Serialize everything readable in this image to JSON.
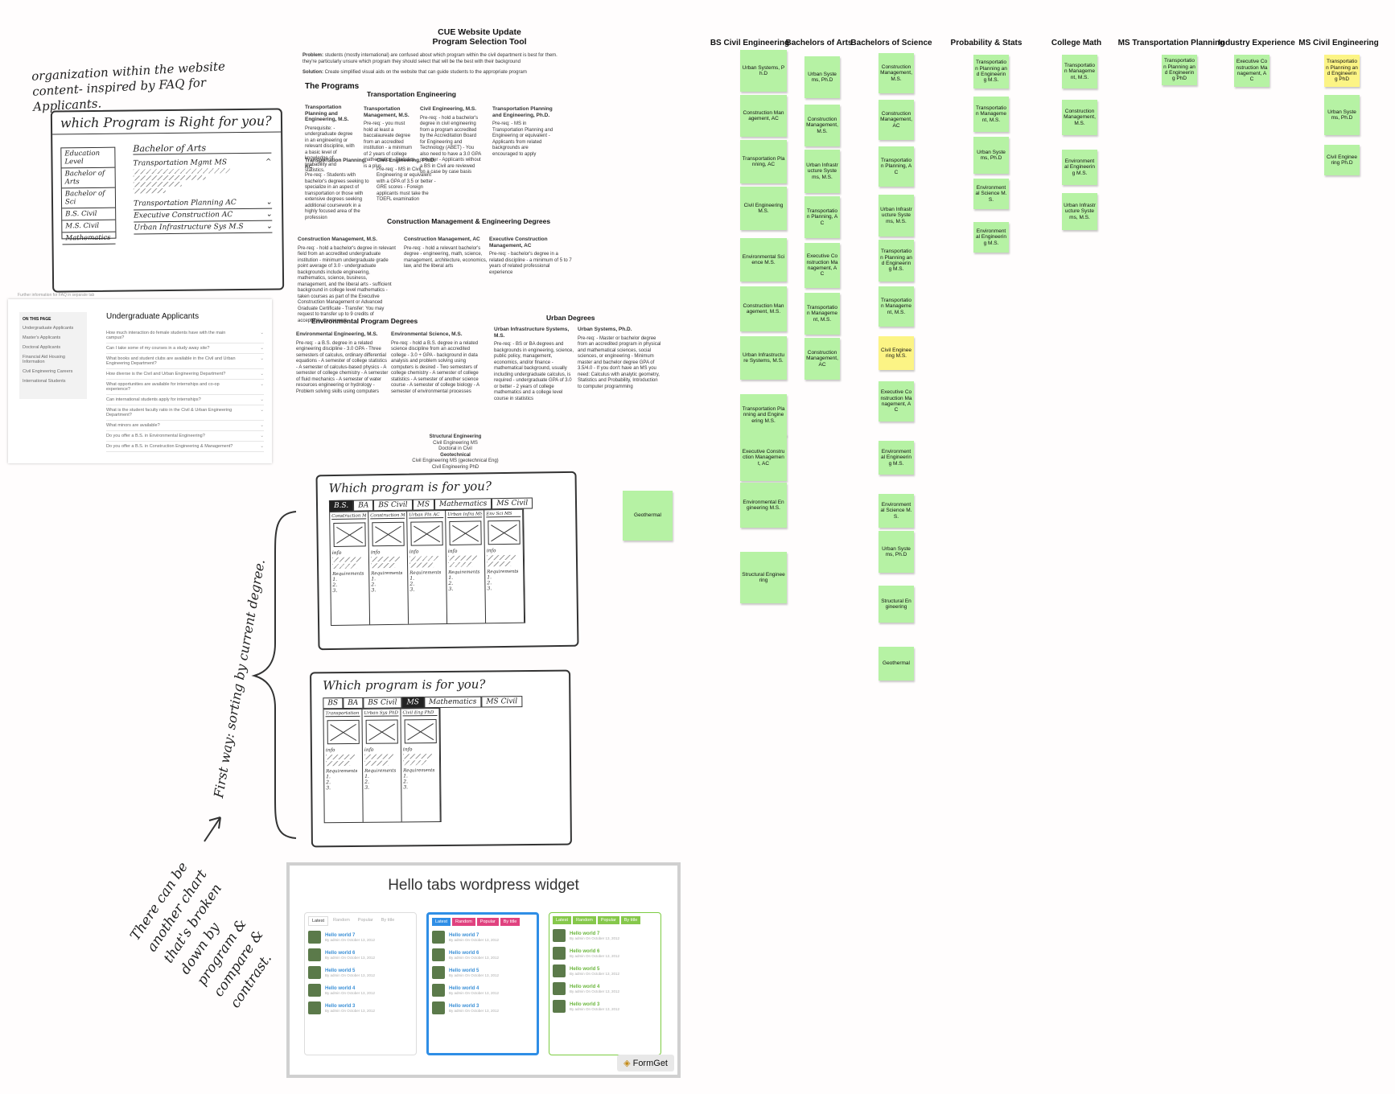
{
  "sketch1": {
    "annotation": "organization within the website content- inspired by FAQ for Applicants.",
    "title": "which Program is Right for you?",
    "side_items": [
      "Education Level",
      "Bachelor of Arts",
      "Bachelor of Sci",
      "B.S. Civil",
      "M.S. Civil",
      "Mathematics"
    ],
    "selected": "Bachelor of Arts",
    "expanded": "Transportation Mgmt MS",
    "rows": [
      "Transportation Planning AC",
      "Executive Construction AC",
      "Urban Infrastructure Sys M.S"
    ]
  },
  "faq": {
    "caption": "Further information for FAQ in separate tab",
    "nav_title": "ON THIS PAGE",
    "nav_items": [
      "Undergraduate Applicants",
      "Master's Applicants",
      "Doctoral Applicants",
      "Financial Aid Housing Information",
      "Civil Engineering Careers",
      "International Students"
    ],
    "heading": "Undergraduate Applicants",
    "questions": [
      "How much interaction do female students have with the main campus?",
      "Can I take some of my courses in a study away site?",
      "What books and student clubs are available in the Civil and Urban Engineering Department?",
      "How diverse is the Civil and Urban Engineering Department?",
      "What opportunities are available for internships and co-op experience?",
      "Can international students apply for internships?",
      "What is the student faculty ratio in the Civil & Urban Engineering Department?",
      "What minors are available?",
      "Do you offer a B.S. in Environmental Engineering?",
      "Do you offer a B.S. in Construction Engineering & Management?"
    ]
  },
  "doc": {
    "title1": "CUE Website Update",
    "title2": "Program Selection Tool",
    "problem_label": "Problem:",
    "problem": "students (mostly international) are confused about which program within the civil department is best for them. they're particularly unsure which program they should select that will be the best with their background",
    "solution_label": "Solution:",
    "solution": "Create simplified visual aids on the website that can guide students to the appropriate program",
    "programs_heading": "The Programs",
    "transport_heading": "Transportation Engineering",
    "programs_t": [
      {
        "name": "Transportation Planning and Engineering, M.S.",
        "req": "Prerequisite: - undergraduate degree in an engineering or relevant discipline, with a basic level of knowledge of probability and statistics."
      },
      {
        "name": "Transportation Management, M.S.",
        "req": "Pre-req: - you must hold at least a baccalaureate degree from an accredited institution - a minimum of 2 years of college mathematics - Statistics is a plus"
      },
      {
        "name": "Civil Engineering, M.S.",
        "req": "Pre-req: - hold a bachelor's degree in civil engineering from a program accredited by the Accreditation Board for Engineering and Technology (ABET) - You also need to have a 3.0 GPA or better - Applicants without a BS in Civil are reviewed on a case by case basis"
      },
      {
        "name": "Transportation Planning and Engineering, Ph.D.",
        "req": "Pre-req: - MS in Transportation Planning and Engineering or equivalent - Applicants from related backgrounds are encouraged to apply"
      },
      {
        "name": "Transportation Planning, AC",
        "req": "Pre-req: - Students with bachelor's degrees seeking to specialize in an aspect of transportation or those with extensive degrees seeking additional coursework in a highly focused area of the profession"
      },
      {
        "name": "Civil Engineering, Ph.D.",
        "req": "Pre-req: - MS in Civil Engineering or equivalent with a GPA of 3.5 or better - GRE scores - Foreign applicants must take the TOEFL examination"
      }
    ],
    "construction_heading": "Construction Management & Engineering Degrees",
    "programs_c": [
      {
        "name": "Construction Management, M.S.",
        "req": "Pre-req: - hold a bachelor's degree in relevant field from an accredited undergraduate institution - minimum undergraduate grade point average of 3.0 - undergraduate backgrounds include engineering, mathematics, science, business, management, and the liberal arts - sufficient background in college level mathematics - taken courses as part of the Executive Construction Management or Advanced Graduate Certificate - Transfer: You may request to transfer up to 9 credits of acceptable coursework"
      },
      {
        "name": "Construction Management, AC",
        "req": "Pre-req: - hold a relevant bachelor's degree - engineering, math, science, management, architecture, economics, law, and the liberal arts"
      },
      {
        "name": "Executive Construction Management, AC",
        "req": "Pre-req: - bachelor's degree in a related discipline - a minimum of 5 to 7 years of related professional experience"
      }
    ],
    "environment_heading": "Environmental Program Degrees",
    "programs_e": [
      {
        "name": "Environmental Engineering, M.S.",
        "req": "Pre-req: - a B.S. degree in a related engineering discipline - 3.0 GPA - Three semesters of calculus, ordinary differential equations - A semester of college statistics - A semester of calculus-based physics - A semester of college chemistry - A semester of fluid mechanics - A semester of water resources engineering or hydrology - Problem solving skills using computers"
      },
      {
        "name": "Environmental Science, M.S.",
        "req": "Pre-req: - hold a B.S. degree in a related science discipline from an accredited college - 3.0 + GPA - background in data analysis and problem solving using computers is desired - Two semesters of college chemistry - A semester of college statistics - A semester of another science course - A semester of college biology - A semester of environmental processes"
      }
    ],
    "urban_heading": "Urban Degrees",
    "programs_u": [
      {
        "name": "Urban Infrastructure Systems, M.S.",
        "req": "Pre-req: - BS or BA degrees and backgrounds in engineering, science, public policy, management, economics, and/or finance - mathematical background, usually including undergraduate calculus, is required - undergraduate GPA of 3.0 or better - 2 years of college mathematics and a college level course in statistics"
      },
      {
        "name": "Urban Systems, Ph.D.",
        "req": "Pre-req: - Master or bachelor degree from an accredited program in physical and mathematical sciences, social sciences, or engineering - Minimum master and bachelor degree GPA of 3.5/4.0 - If you don't have an MS you need: Calculus with analytic geometry, Statistics and Probability, Introduction to computer programming"
      }
    ],
    "structural_heading": "Structural Engineering",
    "structural_lines": [
      "Civil Engineering MS",
      "Doctoral in Civil"
    ],
    "geo_heading": "Geotechnical",
    "geo_lines": [
      "Civil Engineering MS (geotechnical Eng)",
      "Civil Engineering PhD"
    ]
  },
  "sketch2": {
    "title": "Which program is for you?",
    "tabs": [
      "B.S.",
      "BA",
      "BS Civil",
      "MS",
      "Mathematics",
      "MS Civil"
    ],
    "active": "B.S.",
    "cols": [
      "Construction Mgmt",
      "Construction Mgmt AC",
      "Urban Pln AC",
      "Urban Infra MS",
      "Env Sci MS"
    ],
    "info": "info",
    "reqs": "Requirements",
    "req_nums": [
      "1.",
      "2.",
      "3."
    ]
  },
  "sketch3": {
    "title": "Which program is for you?",
    "tabs": [
      "BS",
      "BA",
      "BS Civil",
      "MS",
      "Mathematics",
      "MS Civil"
    ],
    "active": "MS",
    "cols": [
      "Transportation PIAE",
      "Urban Sys PhD",
      "Civil Eng PhD"
    ],
    "info": "info",
    "reqs": "Requirements",
    "req_nums": [
      "1.",
      "2.",
      "3."
    ]
  },
  "annotations": {
    "sort": "First way: sorting by current degree.",
    "chart": "There can be another chart that's broken down by program & compare & contrast."
  },
  "geothermal": "Geothermal",
  "widget": {
    "title": "Hello tabs wordpress widget",
    "tabs": [
      "Latest",
      "Random",
      "Popular",
      "By title"
    ],
    "posts": [
      {
        "title": "Hello world 7",
        "meta": "By admin On October 13, 2012"
      },
      {
        "title": "Hello world 6",
        "meta": "By admin On October 13, 2012"
      },
      {
        "title": "Hello world 5",
        "meta": "By admin On October 13, 2012"
      },
      {
        "title": "Hello world 4",
        "meta": "By admin On October 13, 2012"
      },
      {
        "title": "Hello world 3",
        "meta": "By admin On October 13, 2012"
      }
    ],
    "brand": "FormGet"
  },
  "columns": [
    {
      "title": "BS Civil Engineering",
      "notes": [
        "Urban Systems, Ph.D",
        "Construction Management, AC",
        "Transportation Planning, AC",
        "Civil Engineering M.S.",
        "Environmental Science M.S.",
        "Construction Management, M.S.",
        "Urban Infrastructure Systems, M.S.",
        "Transportation Planning and Engineering M.S.",
        "Executive Construction Management, AC",
        "Environmental Engineering M.S.",
        "Structural Engineering"
      ]
    },
    {
      "title": "Bachelors of Arts",
      "notes": [
        "Urban Systems, Ph.D",
        "Construction Management, M.S.",
        "Urban Infrastructure Systems, M.S.",
        "Transportation Planning, AC",
        "Executive Construction Management, AC",
        "Transportation Management, M.S.",
        "Construction Management, AC"
      ]
    },
    {
      "title": "Bachelors of Science",
      "notes": [
        "Construction Management, M.S.",
        "Construction Management, AC",
        "Transportation Planning, AC",
        "Urban Infrastructure Systems, M.S.",
        "Transportation Planning and Engineering M.S.",
        "Transportation Management, M.S.",
        "Civil Engineering M.S.",
        "Executive Construction Management, AC",
        "Environmental Engineering M.S.",
        "Environmental Science M.S.",
        "Urban Systems, Ph.D",
        "Structural Engineering",
        "Geothermal"
      ]
    },
    {
      "title": "Probability & Stats",
      "notes": [
        "Transportation Planning and Engineering M.S.",
        "Transportation Management, M.S.",
        "Urban Systems, Ph.D",
        "Environmental Science M.S.",
        "Environmental Engineering M.S."
      ]
    },
    {
      "title": "College Math",
      "notes": [
        "Transportation Management, M.S.",
        "Construction Management, M.S.",
        "Environmental Engineering M.S.",
        "Urban Infrastructure Systems, M.S."
      ]
    },
    {
      "title": "MS Transportation Planning",
      "notes": [
        "Transportation Planning and Engineering PhD"
      ]
    },
    {
      "title": "Industry Experience",
      "notes": [
        "Executive Construction Management, AC"
      ]
    },
    {
      "title": "MS Civil Engineering",
      "notes": [
        "Transportation Planning and Engineering PhD",
        "Urban Systems, Ph.D",
        "Civil Engineering Ph.D"
      ]
    }
  ],
  "note_colors": {
    "green": "#b6f2a4",
    "yellow": "#fcf485"
  }
}
